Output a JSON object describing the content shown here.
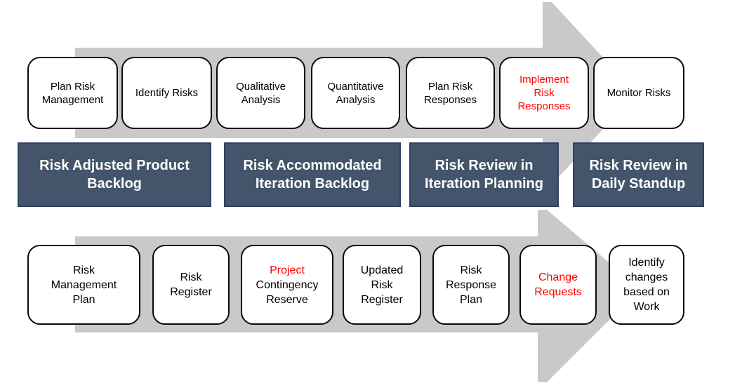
{
  "diagram": {
    "colors": {
      "arrow_gray": "#C9C9C9",
      "panel_fill": "#44546A",
      "panel_border": "#2E4262",
      "box_border": "#0A0A0A",
      "text_black": "#000000",
      "text_red": "#FF0000",
      "text_white": "#FFFFFF",
      "background": "#FFFFFF"
    },
    "top_row": {
      "items": [
        {
          "lines": [
            "Plan Risk",
            "Management"
          ]
        },
        {
          "lines": [
            "Identify Risks"
          ]
        },
        {
          "lines": [
            "Qualitative",
            "Analysis"
          ]
        },
        {
          "lines": [
            "Quantitative",
            "Analysis"
          ]
        },
        {
          "lines": [
            "Plan Risk",
            "Responses"
          ]
        },
        {
          "lines": [
            "Implement",
            "Risk",
            "Responses"
          ],
          "color": "red"
        },
        {
          "lines": [
            "Monitor Risks"
          ]
        }
      ]
    },
    "middle_row": {
      "items": [
        {
          "lines": [
            "Risk Adjusted Product",
            "Backlog"
          ]
        },
        {
          "lines": [
            "Risk Accommodated",
            "Iteration Backlog"
          ]
        },
        {
          "lines": [
            "Risk Review in",
            "Iteration Planning"
          ]
        },
        {
          "lines": [
            "Risk Review in",
            "Daily Standup"
          ]
        }
      ]
    },
    "bottom_row": {
      "items": [
        {
          "lines": [
            "Risk",
            "Management",
            "Plan"
          ]
        },
        {
          "lines": [
            "Risk",
            "Register"
          ]
        },
        {
          "lines": [
            {
              "text": "Project",
              "color": "red"
            },
            "Contingency",
            "Reserve"
          ]
        },
        {
          "lines": [
            "Updated",
            "Risk",
            "Register"
          ]
        },
        {
          "lines": [
            "Risk",
            "Response",
            "Plan"
          ]
        },
        {
          "lines": [
            "Change",
            "Requests"
          ],
          "color": "red"
        },
        {
          "lines": [
            "Identify",
            "changes",
            "based on",
            "Work"
          ]
        }
      ]
    }
  }
}
